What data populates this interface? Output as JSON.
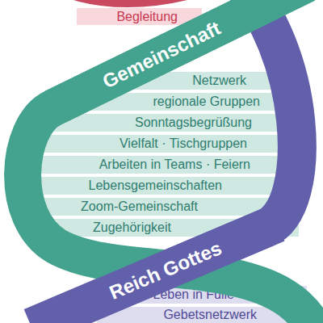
{
  "diagram": {
    "nodes": [
      {
        "text": [
          "Begleitung"
        ]
      },
      {
        "text": [
          "Gemeinschaft"
        ]
      },
      {
        "text": [
          "Netzwerk"
        ]
      },
      {
        "text": [
          "regionale Gruppen"
        ]
      },
      {
        "text": [
          "Sonntagsbegrüßung"
        ]
      },
      {
        "text": [
          "Vielfalt · Tischgruppen"
        ]
      },
      {
        "text": [
          "Arbeiten in Teams · Feiern"
        ]
      },
      {
        "text": [
          "Lebensgemeinschaften"
        ]
      },
      {
        "text": [
          "Zoom-Gemeinschaft"
        ]
      },
      {
        "text": [
          "Zugehörigkeit"
        ]
      },
      {
        "text": [
          "Reich Gottes"
        ]
      },
      {
        "text": [
          "Leben in Fülle"
        ]
      },
      {
        "text": [
          "Gebetsnetzwerk"
        ]
      }
    ]
  }
}
